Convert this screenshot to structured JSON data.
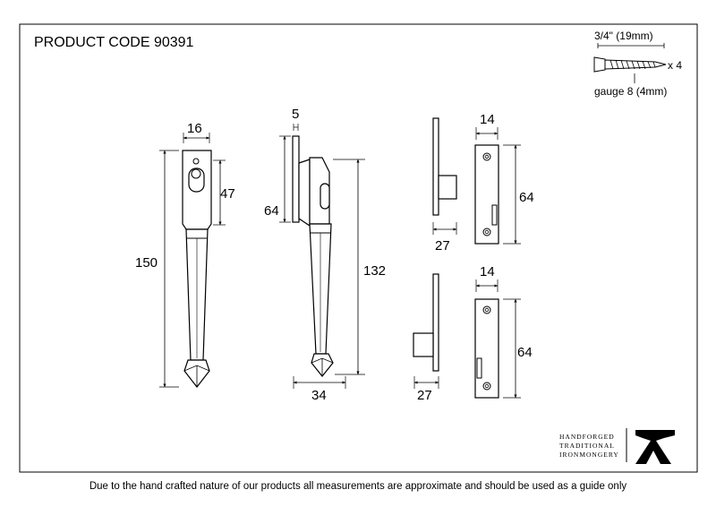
{
  "product_code": "PRODUCT CODE 90391",
  "screw": {
    "length": "3/4\" (19mm)",
    "quantity": "x 4",
    "gauge": "gauge 8 (4mm)"
  },
  "dimensions": {
    "stay_width": "16",
    "stay_top_height": "47",
    "stay_total_length": "150",
    "plate_thickness": "5",
    "fastener_plate_height": "64",
    "fastener_length": "132",
    "fastener_width": "34",
    "keep_top_depth": "27",
    "keep_top_width": "14",
    "keep_top_height": "64",
    "keep_bottom_width": "14",
    "keep_bottom_height": "64",
    "keep_bottom_depth": "27"
  },
  "logo": {
    "line1": "HANDFORGED",
    "line2": "TRADITIONAL",
    "line3": "IRONMONGERY"
  },
  "footer": "Due to the hand crafted nature of our products all measurements are approximate and should be used as a guide only"
}
